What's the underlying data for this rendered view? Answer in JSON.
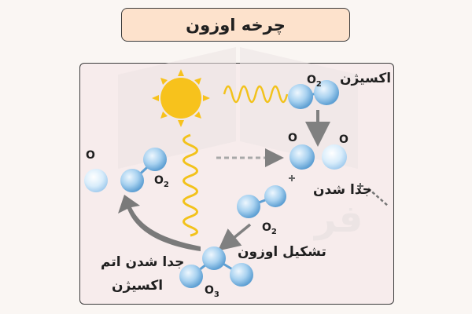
{
  "title": "چرخه اوزون",
  "labels": {
    "oxygen": "اکسیژن",
    "split": "جدا شدن",
    "ozone_formation": "تشکیل اوزون",
    "atom_split_line1": "جدا شدن اتم",
    "atom_split_line2": "اکسیژن"
  },
  "symbols": {
    "o": "O",
    "o_sub2": "2",
    "o_sub3": "3"
  },
  "colors": {
    "title_bg": "#fde2cc",
    "panel_bg": "#f7ecec",
    "sun": "#f7c21c",
    "wave": "#f2c21b",
    "molecule_light": "#d6ecfb",
    "molecule_dark": "#6aa9d8",
    "arrow_gray": "#808080",
    "watermark": "#ebe3e3"
  },
  "icons": [
    "sun-icon",
    "uv-wave-icon",
    "arrow-icon",
    "plus-icon",
    "dashed-line-icon",
    "watermark-icon"
  ]
}
